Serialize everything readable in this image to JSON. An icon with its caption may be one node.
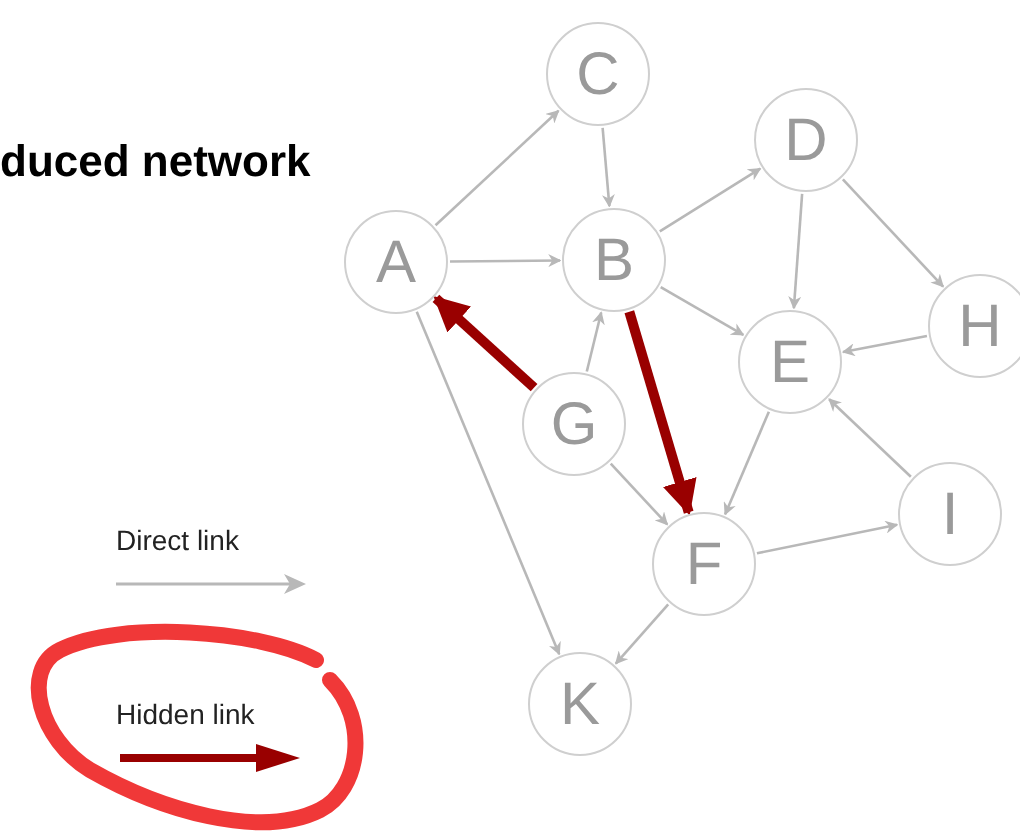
{
  "diagram": {
    "title": "duced network",
    "nodes": [
      {
        "text": [
          "C"
        ]
      },
      {
        "text": [
          "A"
        ]
      },
      {
        "text": [
          "B"
        ]
      },
      {
        "text": [
          "D"
        ]
      },
      {
        "text": [
          "H"
        ]
      },
      {
        "text": [
          "E"
        ]
      },
      {
        "text": [
          "G"
        ]
      },
      {
        "text": [
          "I"
        ]
      },
      {
        "text": [
          "F"
        ]
      },
      {
        "text": [
          "K"
        ]
      }
    ],
    "edges": [
      {
        "from": 1,
        "to": 0,
        "arrow": "to"
      },
      {
        "from": 1,
        "to": 2,
        "arrow": "to"
      },
      {
        "from": 0,
        "to": 2,
        "arrow": "to"
      },
      {
        "from": 2,
        "to": 3,
        "arrow": "to"
      },
      {
        "from": 2,
        "to": 5,
        "arrow": "to"
      },
      {
        "from": 3,
        "to": 5,
        "arrow": "to"
      },
      {
        "from": 3,
        "to": 4,
        "arrow": "to"
      },
      {
        "from": 4,
        "to": 5,
        "arrow": "to"
      },
      {
        "from": 6,
        "to": 2,
        "arrow": "to"
      },
      {
        "from": 5,
        "to": 8,
        "arrow": "to"
      },
      {
        "from": 7,
        "to": 5,
        "arrow": "to"
      },
      {
        "from": 6,
        "to": 8,
        "arrow": "to"
      },
      {
        "from": 8,
        "to": 7,
        "arrow": "to"
      },
      {
        "from": 8,
        "to": 9,
        "arrow": "to"
      },
      {
        "from": 1,
        "to": 9,
        "arrow": "to"
      },
      {
        "from": 6,
        "to": 1,
        "arrow": "to",
        "style": "thick",
        "color": "#990000"
      },
      {
        "from": 2,
        "to": 8,
        "arrow": "to",
        "style": "thick",
        "color": "#990000"
      }
    ],
    "legend": [
      {
        "text": "Direct link"
      },
      {
        "text": "Hidden link"
      }
    ]
  }
}
